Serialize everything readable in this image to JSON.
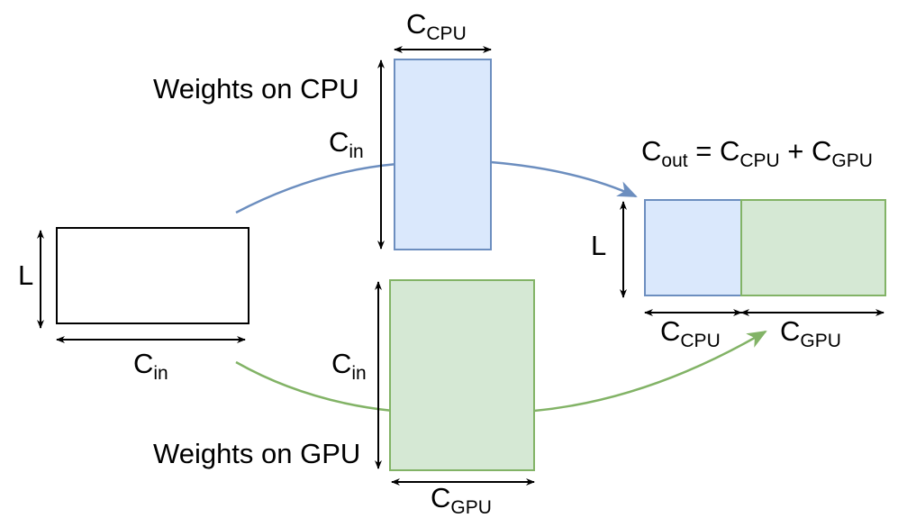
{
  "colors": {
    "cpu_fill": "#dae8fc",
    "cpu_stroke": "#6c8ebf",
    "gpu_fill": "#d5e8d4",
    "gpu_stroke": "#82b366",
    "line": "#000000",
    "background": "#ffffff"
  },
  "input": {
    "height_label": "L",
    "width_label_base": "C",
    "width_label_sub": "in"
  },
  "cpu_weights": {
    "title": "Weights on CPU",
    "width_label_base": "C",
    "width_label_sub": "CPU",
    "height_label_base": "C",
    "height_label_sub": "in"
  },
  "gpu_weights": {
    "title": "Weights on GPU",
    "width_label_base": "C",
    "width_label_sub": "GPU",
    "height_label_base": "C",
    "height_label_sub": "in"
  },
  "output": {
    "eq_lhs_base": "C",
    "eq_lhs_sub": "out",
    "eq_equals": " = ",
    "eq_t1_base": "C",
    "eq_t1_sub": "CPU",
    "eq_plus": " + ",
    "eq_t2_base": "C",
    "eq_t2_sub": "GPU",
    "height_label": "L",
    "cpu_part_base": "C",
    "cpu_part_sub": "CPU",
    "gpu_part_base": "C",
    "gpu_part_sub": "GPU"
  }
}
